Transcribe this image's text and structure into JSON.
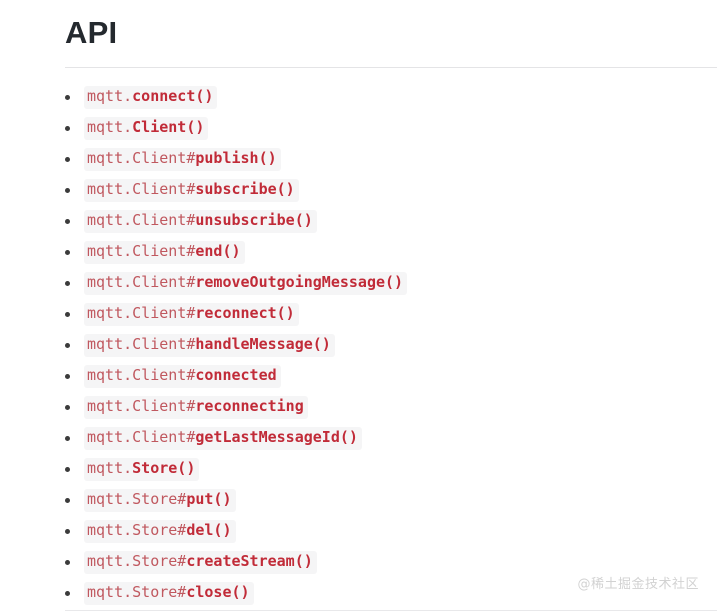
{
  "page": {
    "title": "API",
    "watermark": "@稀土掘金技术社区",
    "colors": {
      "heading": "#24292e",
      "code_namespace": "#c0585f",
      "code_member": "#c12b38",
      "code_background": "rgba(27,31,35,0.045)",
      "rule": "#e4e4e6",
      "bullet": "#3b3b3b",
      "watermark": "#d2d2d2",
      "background": "#ffffff"
    }
  },
  "api_list": [
    {
      "prefix": "mqtt.",
      "member": "connect()"
    },
    {
      "prefix": "mqtt.",
      "member": "Client()"
    },
    {
      "prefix": "mqtt.Client#",
      "member": "publish()"
    },
    {
      "prefix": "mqtt.Client#",
      "member": "subscribe()"
    },
    {
      "prefix": "mqtt.Client#",
      "member": "unsubscribe()"
    },
    {
      "prefix": "mqtt.Client#",
      "member": "end()"
    },
    {
      "prefix": "mqtt.Client#",
      "member": "removeOutgoingMessage()"
    },
    {
      "prefix": "mqtt.Client#",
      "member": "reconnect()"
    },
    {
      "prefix": "mqtt.Client#",
      "member": "handleMessage()"
    },
    {
      "prefix": "mqtt.Client#",
      "member": "connected"
    },
    {
      "prefix": "mqtt.Client#",
      "member": "reconnecting"
    },
    {
      "prefix": "mqtt.Client#",
      "member": "getLastMessageId()"
    },
    {
      "prefix": "mqtt.",
      "member": "Store()"
    },
    {
      "prefix": "mqtt.Store#",
      "member": "put()"
    },
    {
      "prefix": "mqtt.Store#",
      "member": "del()"
    },
    {
      "prefix": "mqtt.Store#",
      "member": "createStream()"
    },
    {
      "prefix": "mqtt.Store#",
      "member": "close()"
    }
  ]
}
